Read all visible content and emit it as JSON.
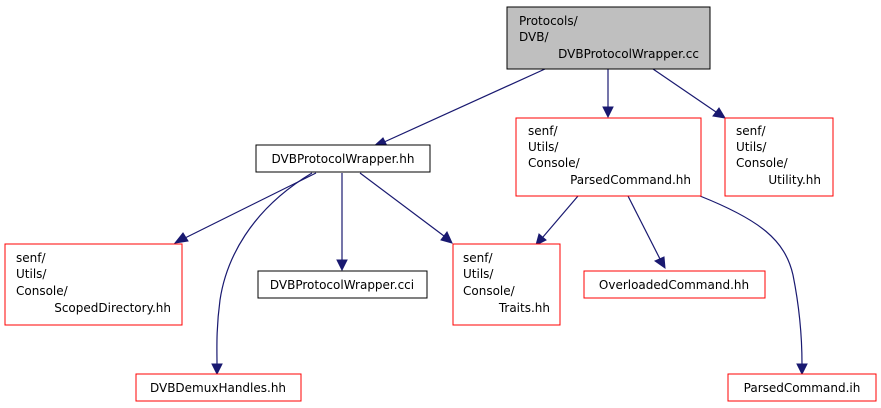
{
  "colors": {
    "root_fill": "#bfbfbf",
    "root_border": "#000000",
    "documented_border": "#000000",
    "external_border": "#ff0000",
    "edge": "#191970"
  },
  "nodes": {
    "root": {
      "lines": [
        "Protocols/",
        "DVB/",
        "DVBProtocolWrapper.cc"
      ]
    },
    "wrapper_hh": {
      "lines": [
        "DVBProtocolWrapper.hh"
      ]
    },
    "parsed_command_hh": {
      "lines": [
        "senf/",
        "Utils/",
        "Console/",
        "ParsedCommand.hh"
      ]
    },
    "utility_hh": {
      "lines": [
        "senf/",
        "Utils/",
        "Console/",
        "Utility.hh"
      ]
    },
    "scoped_directory_hh": {
      "lines": [
        "senf/",
        "Utils/",
        "Console/",
        "ScopedDirectory.hh"
      ]
    },
    "wrapper_cci": {
      "lines": [
        "DVBProtocolWrapper.cci"
      ]
    },
    "traits_hh": {
      "lines": [
        "senf/",
        "Utils/",
        "Console/",
        "Traits.hh"
      ]
    },
    "overloaded_command_hh": {
      "lines": [
        "OverloadedCommand.hh"
      ]
    },
    "demux_handles_hh": {
      "lines": [
        "DVBDemuxHandles.hh"
      ]
    },
    "parsed_command_ih": {
      "lines": [
        "ParsedCommand.ih"
      ]
    }
  }
}
